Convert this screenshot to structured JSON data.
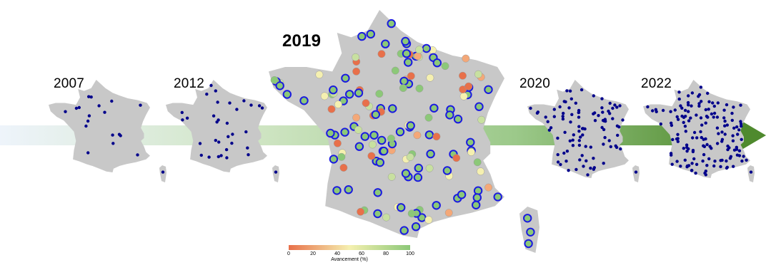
{
  "timeline": {
    "years": [
      "2007",
      "2012",
      "2019",
      "2020",
      "2022"
    ],
    "highlight_year": "2019",
    "arrow_color_start": "#eef4fb",
    "arrow_color_end": "#4f8a2e"
  },
  "map_style": {
    "land_color": "#c8c8c8",
    "station_color": "#00008b",
    "station_outline_color": "#1a1ae0"
  },
  "legend": {
    "ticks": [
      "0",
      "20",
      "40",
      "60",
      "80",
      "100"
    ],
    "title": "Avancement (%)",
    "color_low": "#e8704a",
    "color_mid": "#f5f0b0",
    "color_high": "#8cc878"
  }
}
